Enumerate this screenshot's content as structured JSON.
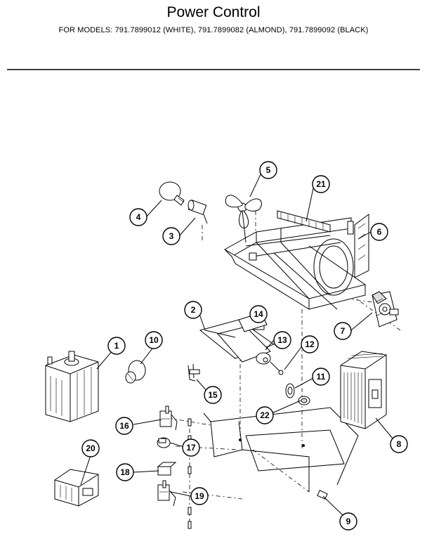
{
  "header": {
    "title": "Power Control",
    "subtitle": "FOR MODELS:  791.7899012 (WHITE), 791.7899082 (ALMOND), 791.7899092 (BLACK)"
  },
  "callouts": [
    "1",
    "2",
    "3",
    "4",
    "5",
    "6",
    "7",
    "8",
    "9",
    "10",
    "11",
    "12",
    "13",
    "14",
    "15",
    "16",
    "17",
    "18",
    "19",
    "20",
    "21",
    "22"
  ]
}
